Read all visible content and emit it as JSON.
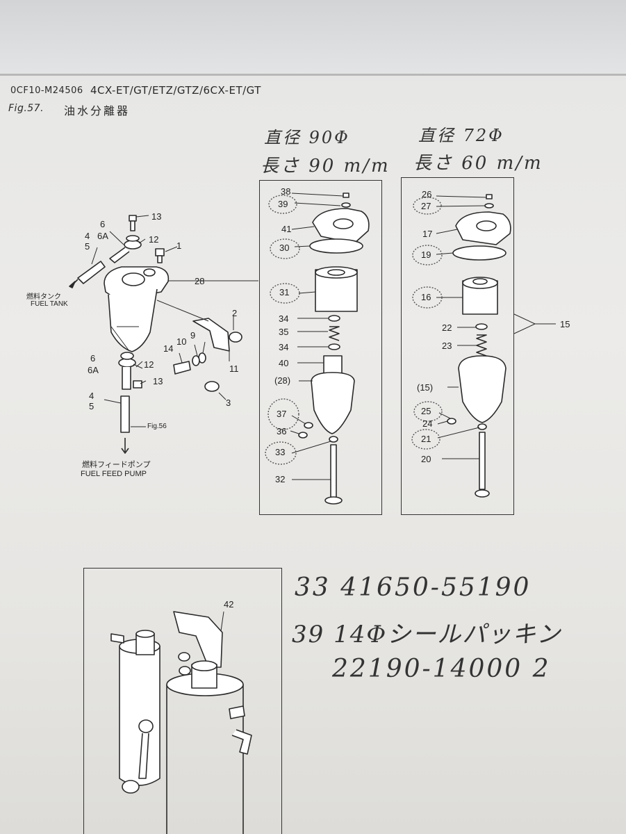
{
  "header": {
    "code": "0CF10-M24506",
    "models": "4CX-ET/GT/ETZ/GTZ/6CX-ET/GT",
    "figure": "Fig.57.",
    "title": "油水分離器"
  },
  "handwritten": {
    "left_diameter": "直径 90Φ",
    "left_length": "長さ 90 m/m",
    "right_diameter": "直径 72Φ",
    "right_length": "長さ 60 m/m",
    "note_line1": "33 41650-55190",
    "note_line2": "39 14Φシールパッキン",
    "note_line3": "22190-14000 2"
  },
  "assembly": {
    "fuel_tank_jp": "燃料タンク",
    "fuel_tank_en": "FUEL TANK",
    "feed_pump_jp": "燃料フィードポンプ",
    "feed_pump_en": "FUEL FEED PUMP",
    "fig_ref": "Fig.56",
    "labels": [
      "13",
      "6",
      "6A",
      "12",
      "4",
      "5",
      "1",
      "28",
      "2",
      "9",
      "10",
      "14",
      "11",
      "6",
      "6A",
      "12",
      "13",
      "4",
      "5",
      "3"
    ]
  },
  "left_box": {
    "labels": [
      "38",
      "39",
      "41",
      "30",
      "31",
      "34",
      "35",
      "34",
      "40",
      "(28)",
      "37",
      "36",
      "33",
      "32"
    ]
  },
  "right_box": {
    "labels": [
      "26",
      "27",
      "17",
      "19",
      "16",
      "22",
      "23",
      "(15)",
      "25",
      "24",
      "21",
      "20"
    ],
    "group": "15"
  },
  "bottom": {
    "part_label": "42"
  }
}
